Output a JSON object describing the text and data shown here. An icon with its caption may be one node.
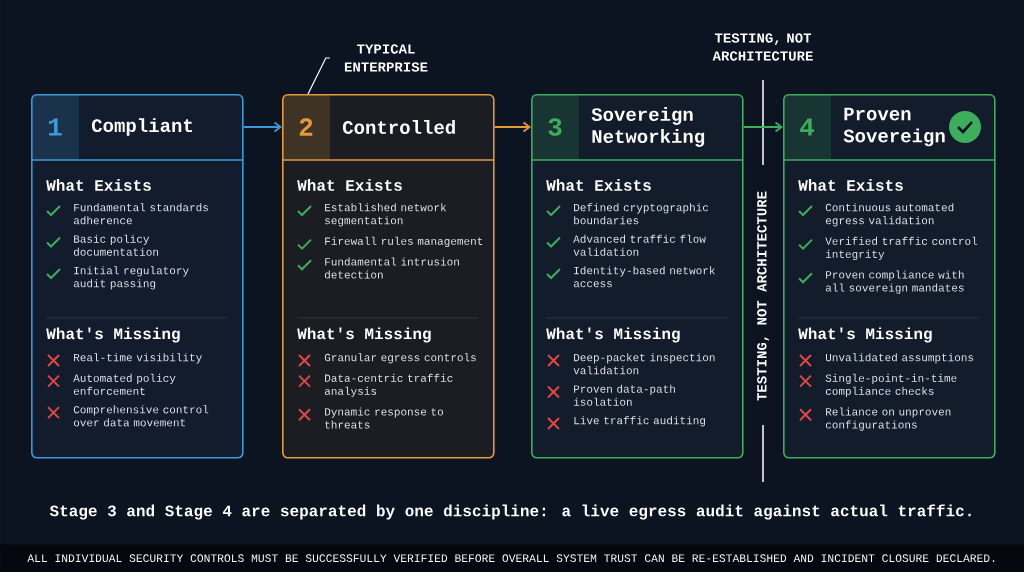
{
  "diagram": {
    "caption": "ALL INDIVIDUAL SECURITY CONTROLS MUST BE SUCCESSFULLY VERIFIED BEFORE OVERALL SYSTEM TRUST CAN BE RE-ESTABLISHED AND INCIDENT CLOSURE DECLARED.",
    "nodes": [
      {
        "text": [
          "1",
          "Compliant",
          "What Exists",
          "Fundamental standards adherence",
          "Basic policy documentation",
          "Initial regulatory audit passing",
          "What's Missing",
          "Real-time visibility",
          "Automated policy enforcement",
          "Comprehensive control over data movement"
        ]
      },
      {
        "text": [
          "2",
          "Controlled",
          "What Exists",
          "Established network segmentation",
          "Firewall rules management",
          "Fundamental intrusion detection",
          "What's Missing",
          "Granular egress controls",
          "Data-centric traffic analysis",
          "Dynamic response to threats"
        ]
      },
      {
        "text": [
          "3",
          "Sovereign Networking",
          "What Exists",
          "Defined cryptographic boundaries",
          "Advanced traffic flow validation",
          "Identity-based network access",
          "What's Missing",
          "Deep-packet inspection validation",
          "Proven data-path isolation",
          "Live traffic auditing"
        ]
      },
      {
        "text": [
          "4",
          "Proven Sovereign",
          "What Exists",
          "Continuous automated egress validation",
          "Verified traffic control integrity",
          "Proven compliance with all sovereign mandates",
          "What's Missing",
          "Unvalidated assumptions",
          "Single-point-in-time compliance checks",
          "Reliance on unproven configurations"
        ]
      },
      {
        "text": [
          "TYPICAL ENTERPRISE"
        ]
      }
    ],
    "edges": [
      {
        "from": 0,
        "to": 1,
        "arrow": "to",
        "color": "#3b9ad9"
      },
      {
        "from": 1,
        "to": 2,
        "arrow": "to",
        "color": "#e29a3a"
      },
      {
        "from": 2,
        "to": 3,
        "arrow": "to",
        "color": "#3cae5c"
      },
      {
        "from": 4,
        "to": 1,
        "arrow": "none",
        "color": "#ffffff"
      }
    ],
    "labels": [
      "TESTING, NOT ARCHITECTURE",
      "TESTING, NOT ARCHITECTURE",
      "Stage 3 and Stage 4 are separated by one discipline: a live egress audit against actual traffic."
    ]
  }
}
